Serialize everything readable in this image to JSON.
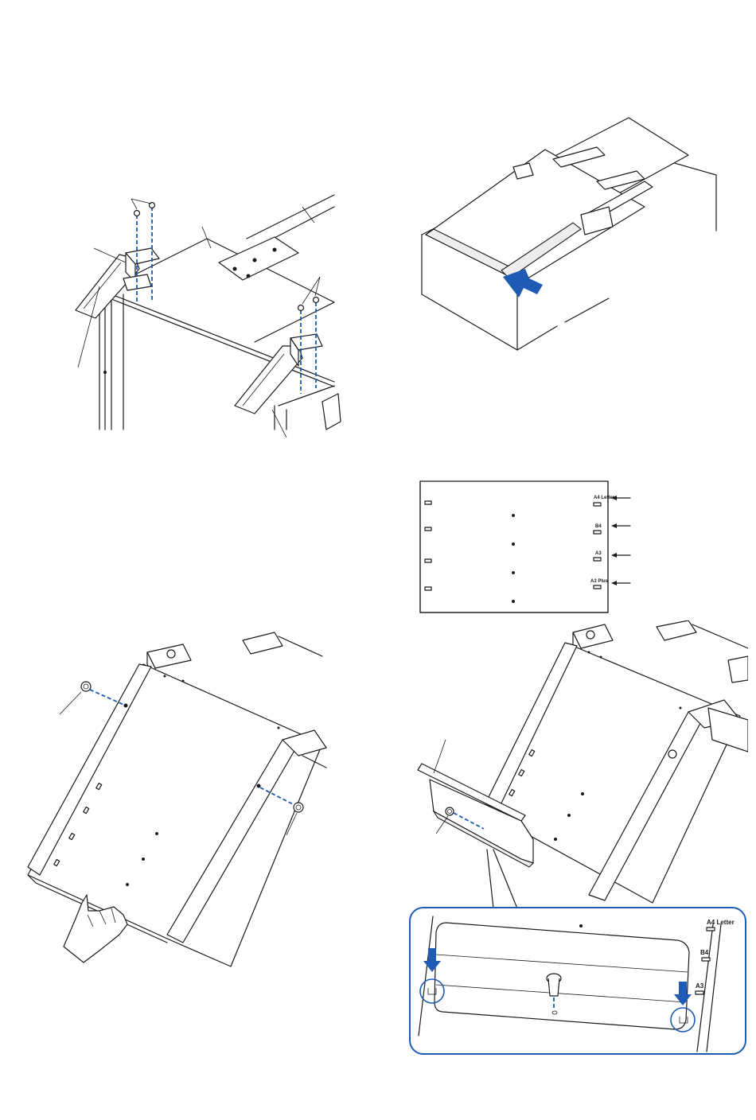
{
  "paper_size_marks": {
    "top_view": [
      "A4 Letter",
      "B4",
      "A3",
      "A3 Plus"
    ],
    "detail_view": [
      "A4 Letter",
      "B4",
      "A3"
    ]
  },
  "colors": {
    "line": "#1a1a1a",
    "accent_blue": "#1f5bb5",
    "callout_border": "#1f5bb5"
  },
  "icons": [
    "push-arrow-icon",
    "hand-icon",
    "down-arrow-icon"
  ]
}
